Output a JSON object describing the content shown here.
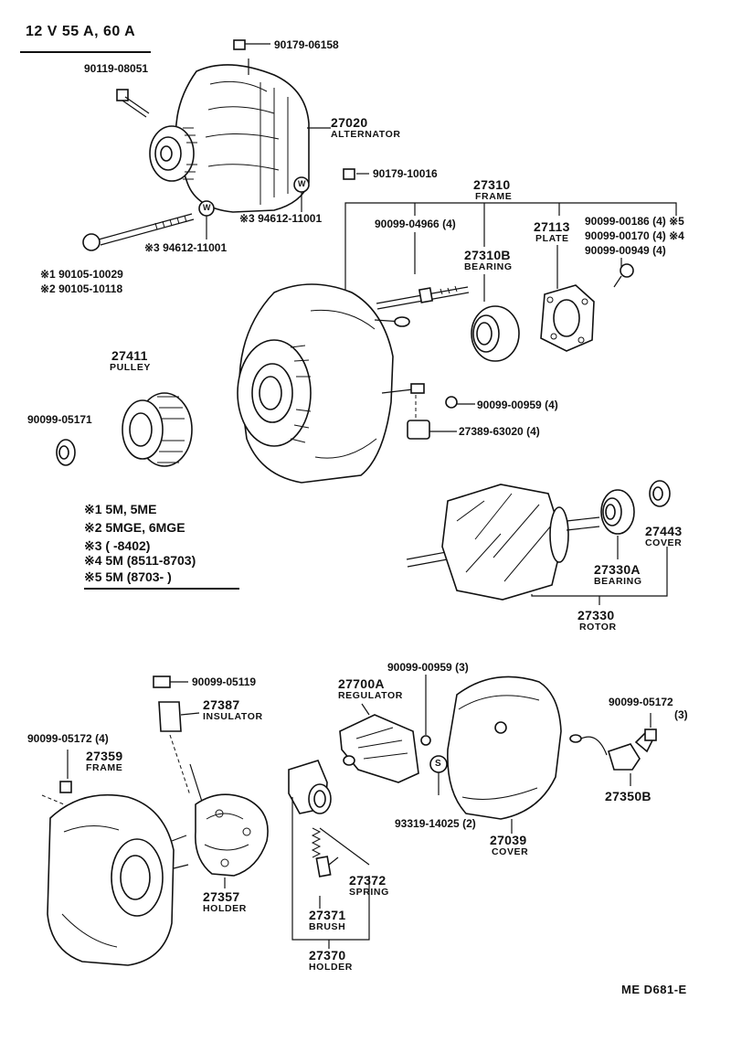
{
  "header": {
    "title": "12 V  55 A, 60 A"
  },
  "footer": {
    "ref": "ME  D681-E"
  },
  "notes": [
    "※1 5M, 5ME",
    "※2 5MGE, 6MGE",
    "※3 (      -8402)",
    "※4 5M (8511-8703)",
    "※5 5M (8703-      )"
  ],
  "labels": {
    "p90179_06158": "90179-06158",
    "p90119_08051": "90119-08051",
    "p27020": "27020",
    "p27020_sub": "ALTERNATOR",
    "p90179_10016": "90179-10016",
    "p27310": "27310",
    "p27310_sub": "FRAME",
    "p94612_a": "※3  94612-11001",
    "p94612_b": "※3  94612-11001",
    "p90105_10029": "※1 90105-10029",
    "p90105_10118": "※2 90105-10118",
    "p90099_04966": "90099-04966 (4)",
    "p27113": "27113",
    "p27113_sub": "PLATE",
    "p90099_00186": "90099-00186 (4) ※5",
    "p90099_00170": "90099-00170 (4) ※4",
    "p90099_00949": "90099-00949 (4)",
    "p27310B": "27310B",
    "p27310B_sub": "BEARING",
    "p27411": "27411",
    "p27411_sub": "PULLEY",
    "p90099_05171": "90099-05171",
    "p90099_00959a": "90099-00959 (4)",
    "p27389": "27389-63020 (4)",
    "p27443": "27443",
    "p27443_sub": "COVER",
    "p27330A": "27330A",
    "p27330A_sub": "BEARING",
    "p27330": "27330",
    "p27330_sub": "ROTOR",
    "p90099_05119": "90099-05119",
    "p27387": "27387",
    "p27387_sub": "INSULATOR",
    "p27700A": "27700A",
    "p27700A_sub": "REGULATOR",
    "p90099_00959b": "90099-00959 (3)",
    "p90099_05172a": "90099-05172",
    "p90099_05172a_qty": "(3)",
    "p90099_05172b": "90099-05172 (4)",
    "p27359": "27359",
    "p27359_sub": "FRAME",
    "p27350B": "27350B",
    "p93319": "93319-14025 (2)",
    "p27039": "27039",
    "p27039_sub": "COVER",
    "p27372": "27372",
    "p27372_sub": "SPRING",
    "p27357": "27357",
    "p27357_sub": "HOLDER",
    "p27371": "27371",
    "p27371_sub": "BRUSH",
    "p27370": "27370",
    "p27370_sub": "HOLDER",
    "mark_w": "W",
    "mark_s": "S"
  }
}
